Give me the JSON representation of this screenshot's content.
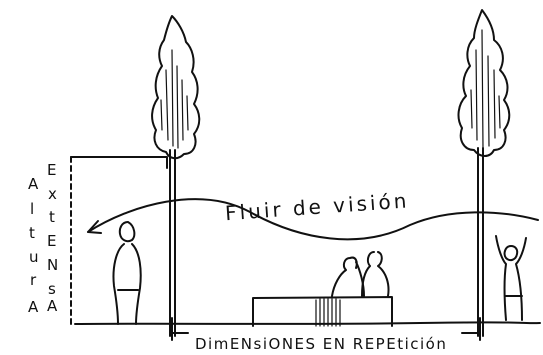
{
  "labels": {
    "altura": [
      "A",
      "l",
      "t",
      "u",
      "r",
      "A"
    ],
    "extensa": [
      "E",
      "x",
      "t",
      "E",
      "N",
      "s",
      "A"
    ],
    "flow": "Fluir de visión",
    "dimensions": "DimENsiONES EN REPEtición"
  },
  "colors": {
    "ink": "#111111",
    "paper": "#ffffff"
  }
}
